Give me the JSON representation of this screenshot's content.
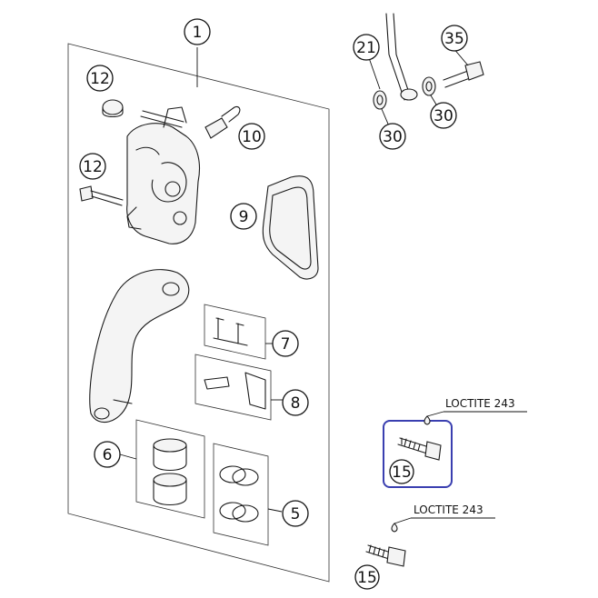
{
  "diagram": {
    "callouts": [
      {
        "id": "c1",
        "label": "1"
      },
      {
        "id": "c12a",
        "label": "12"
      },
      {
        "id": "c12b",
        "label": "12"
      },
      {
        "id": "c10",
        "label": "10"
      },
      {
        "id": "c9",
        "label": "9"
      },
      {
        "id": "c7",
        "label": "7"
      },
      {
        "id": "c8",
        "label": "8"
      },
      {
        "id": "c6",
        "label": "6"
      },
      {
        "id": "c5",
        "label": "5"
      },
      {
        "id": "c21",
        "label": "21"
      },
      {
        "id": "c35",
        "label": "35"
      },
      {
        "id": "c30a",
        "label": "30"
      },
      {
        "id": "c30b",
        "label": "30"
      },
      {
        "id": "c15a",
        "label": "15"
      },
      {
        "id": "c15b",
        "label": "15"
      }
    ],
    "loctite_labels": [
      "LOCTITE 243",
      "LOCTITE 243"
    ],
    "highlight_color": "#3a3fb0"
  }
}
